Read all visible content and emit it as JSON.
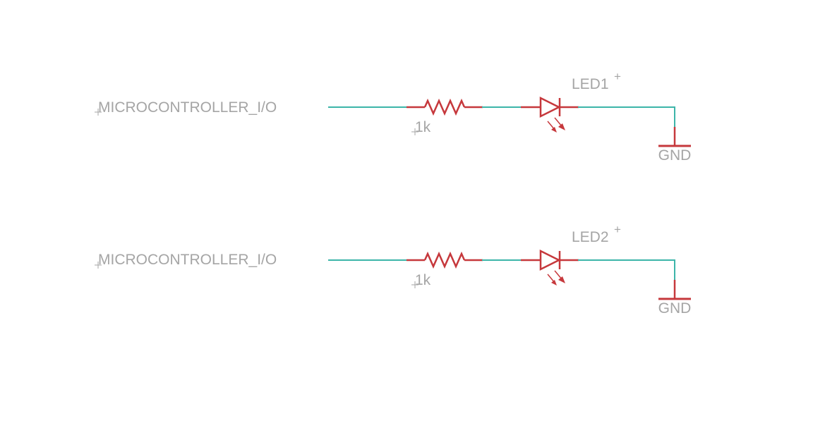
{
  "colors": {
    "background": "#ffffff",
    "wire": "#3cb5a9",
    "component": "#c6383c",
    "label": "#a5a5a5"
  },
  "circuits": [
    {
      "net_label": "MICROCONTROLLER_I/O",
      "resistor_value": "1k",
      "led_name": "LED1",
      "led_marker": "+",
      "ground_label": "GND"
    },
    {
      "net_label": "MICROCONTROLLER_I/O",
      "resistor_value": "1k",
      "led_name": "LED2",
      "led_marker": "+",
      "ground_label": "GND"
    }
  ]
}
